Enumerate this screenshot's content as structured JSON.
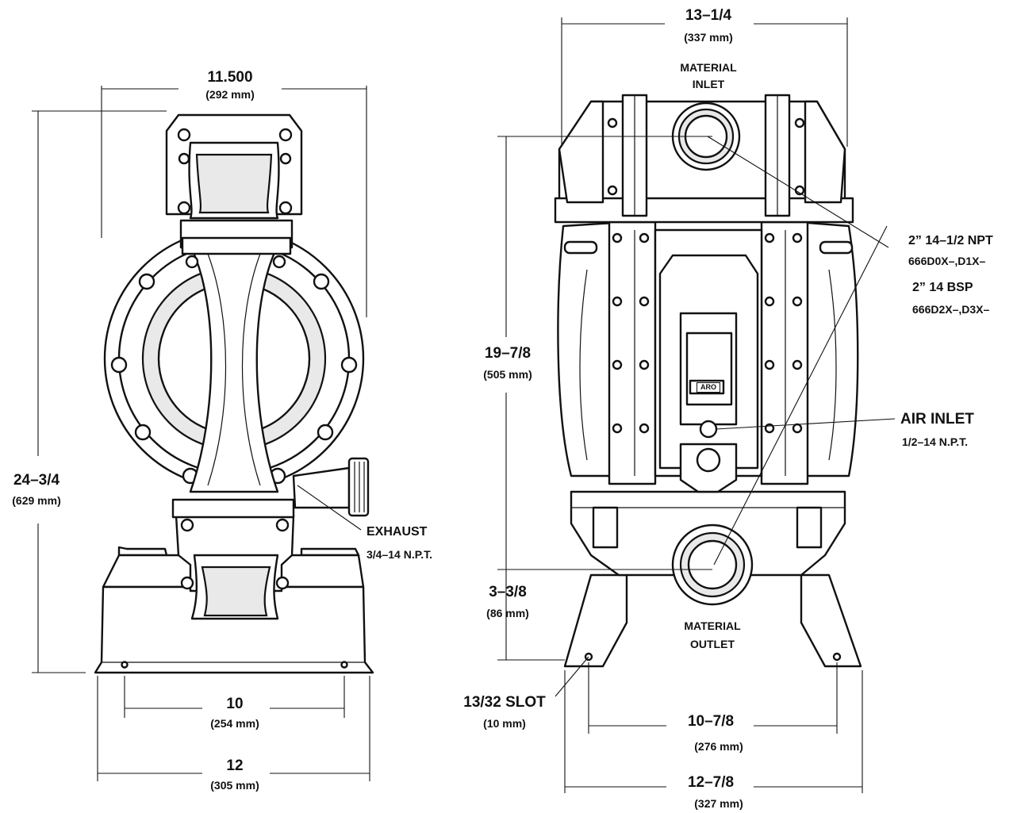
{
  "side_view": {
    "top_width": {
      "value": "11.500",
      "metric": "(292 mm)"
    },
    "height": {
      "value": "24–3/4",
      "metric": "(629 mm)"
    },
    "base_hole_spacing": {
      "value": "10",
      "metric": "(254 mm)"
    },
    "base_width": {
      "value": "12",
      "metric": "(305 mm)"
    },
    "exhaust": {
      "title": "EXHAUST",
      "spec": "3/4–14 N.P.T."
    }
  },
  "front_view": {
    "top_width": {
      "value": "13–1/4",
      "metric": "(337 mm)"
    },
    "material_inlet": {
      "line1": "MATERIAL",
      "line2": "INLET"
    },
    "material_outlet": {
      "line1": "MATERIAL",
      "line2": "OUTLET"
    },
    "port_specs": {
      "npt": "2” 14–1/2 NPT",
      "npt_models": "666D0X–,D1X–",
      "bsp": "2” 14 BSP",
      "bsp_models": "666D2X–,D3X–"
    },
    "air_inlet": {
      "title": "AIR INLET",
      "spec": "1/2–14 N.P.T."
    },
    "inlet_to_outlet": {
      "value": "19–7/8",
      "metric": "(505 mm)"
    },
    "outlet_height": {
      "value": "3–3/8",
      "metric": "(86 mm)"
    },
    "slot": {
      "value": "13/32 SLOT",
      "metric": "(10 mm)"
    },
    "foot_hole_spacing": {
      "value": "10–7/8",
      "metric": "(276 mm)"
    },
    "foot_width": {
      "value": "12–7/8",
      "metric": "(327 mm)"
    },
    "logo_text": "ARO"
  }
}
